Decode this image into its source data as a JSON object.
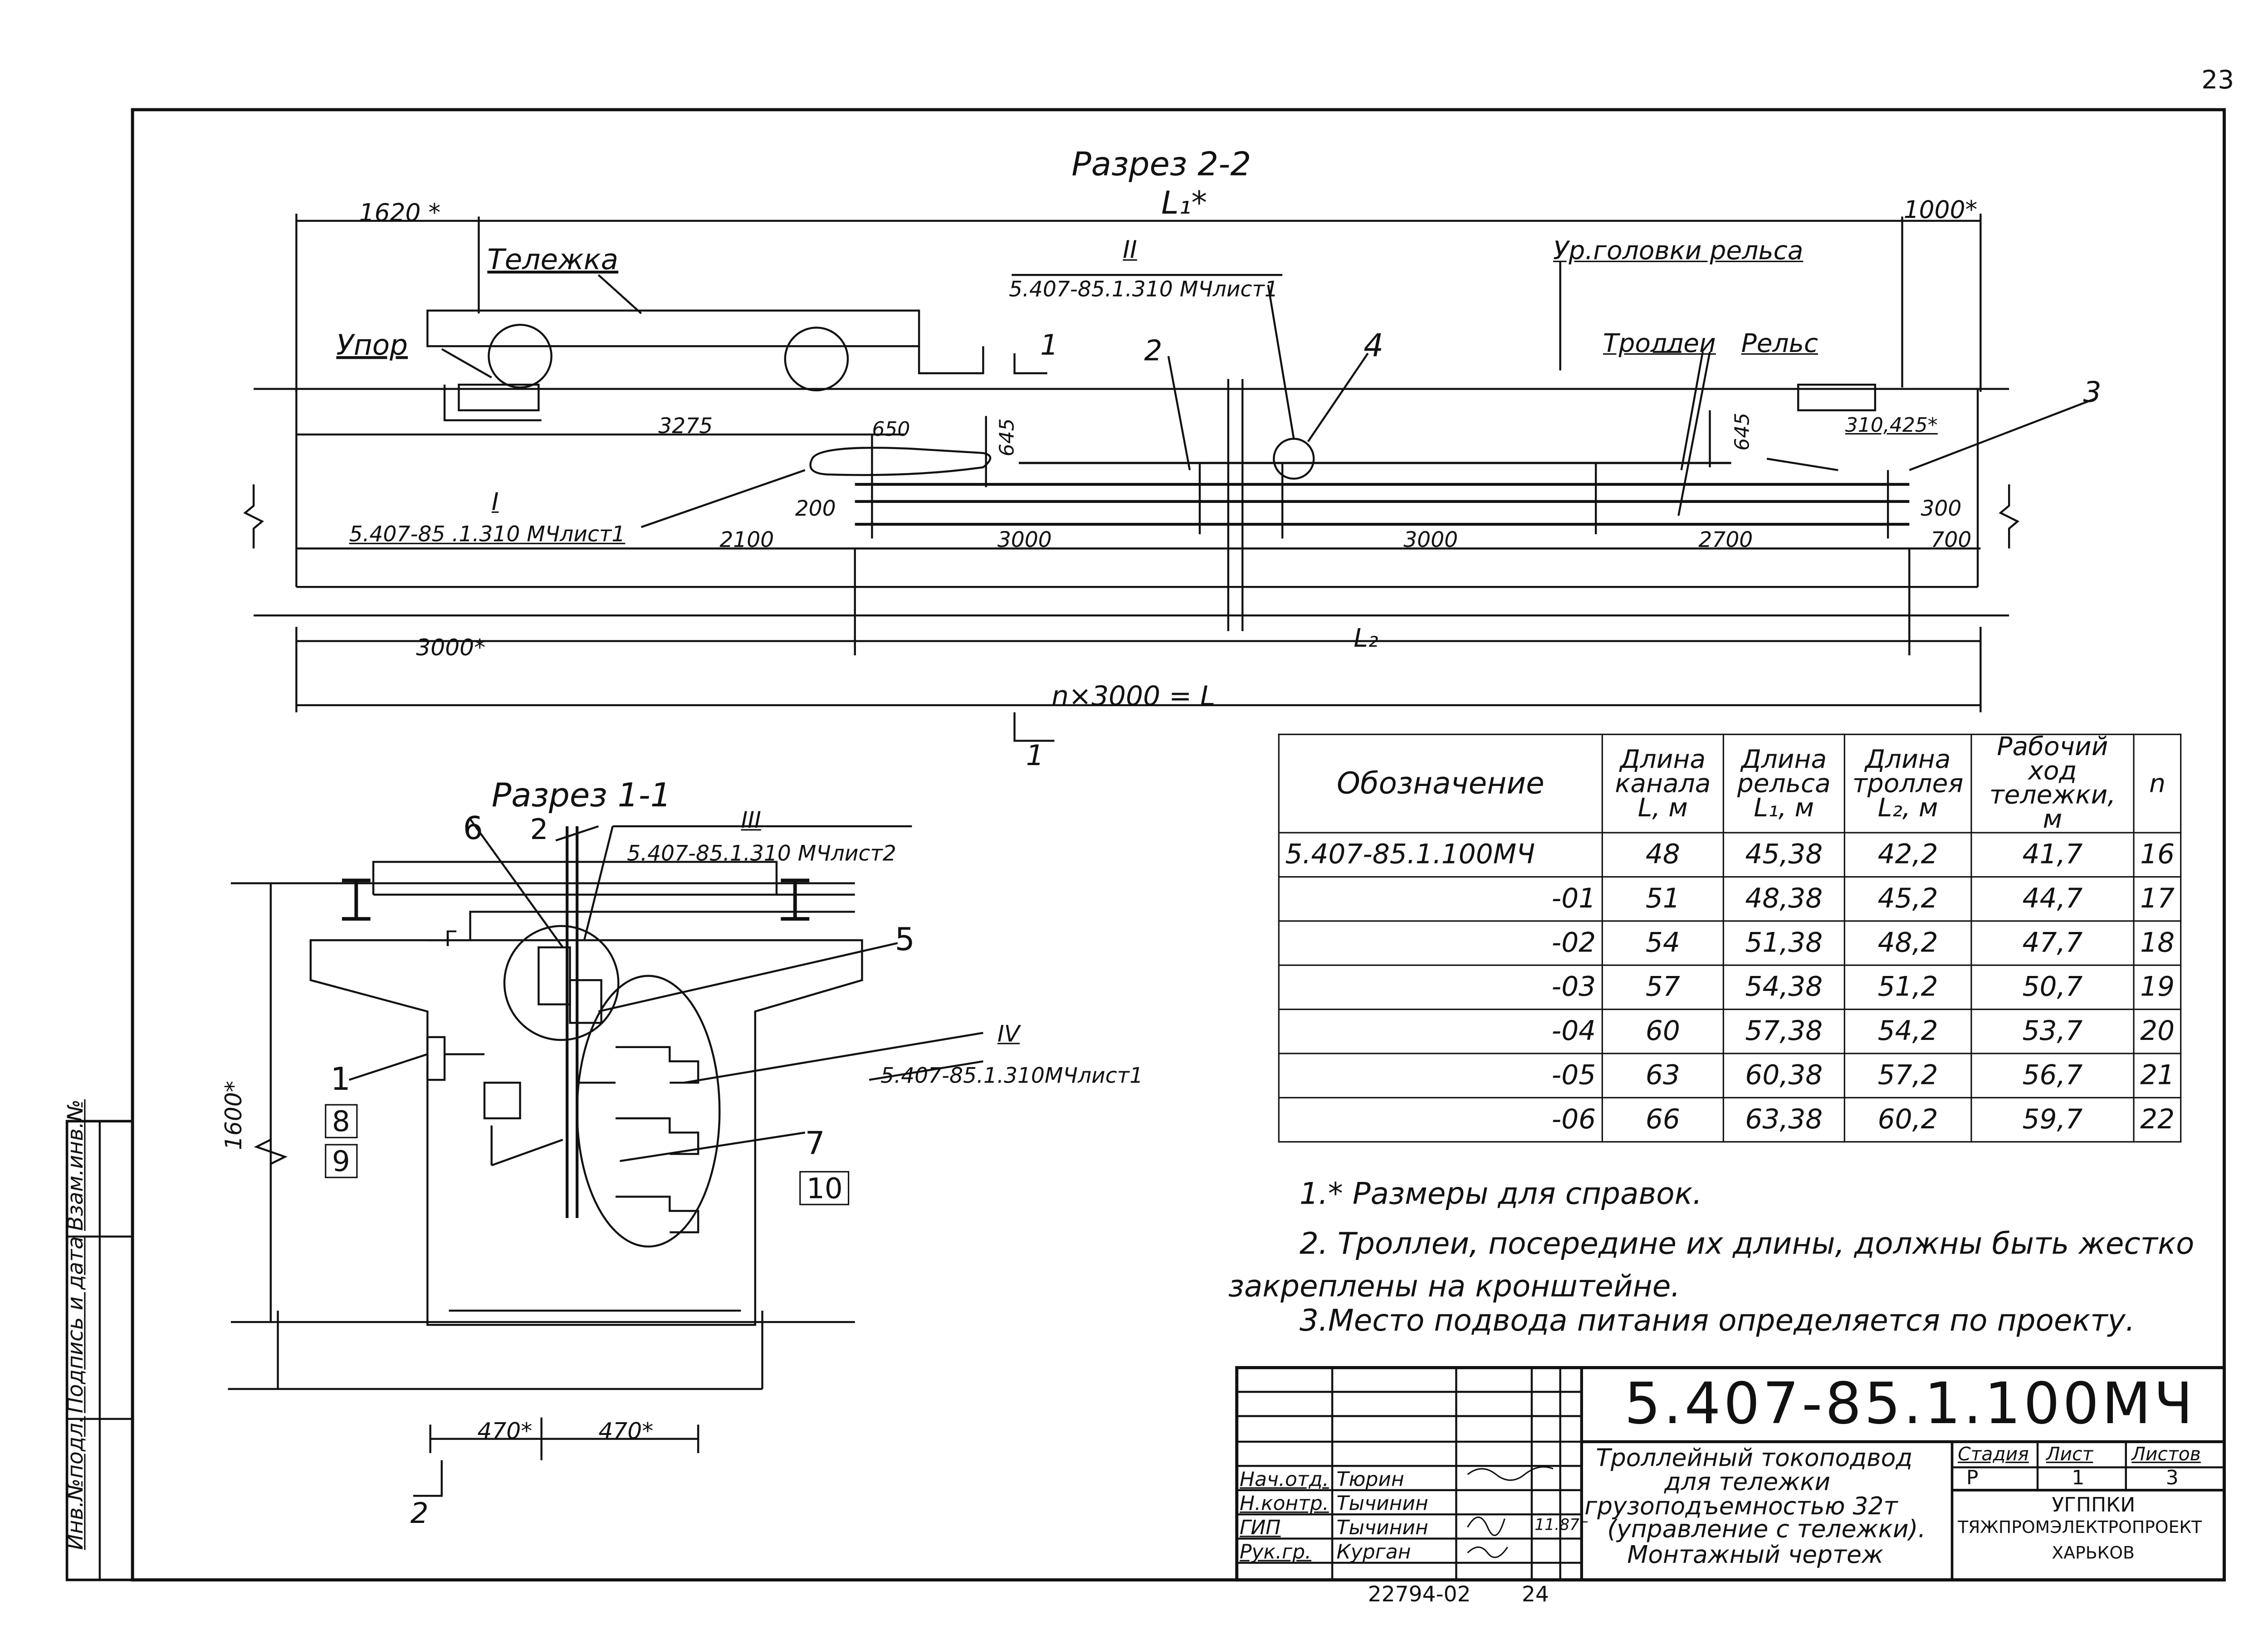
{
  "page_number": "23",
  "sections": {
    "section_2_2": {
      "title": "Разрез 2-2",
      "l1_label": "L₁*",
      "dim_1620": "1620 *",
      "dim_1000": "1000*",
      "label_trolley": "Тележка",
      "label_stop": "Упор",
      "label_rail_level": "Ур.головки рельса",
      "label_trolley_wires": "Троллеи",
      "label_rail": "Рельс",
      "callout_II": "II",
      "ref_II": "5.407-85.1.310 МЧлист1",
      "callout_I": "I",
      "ref_I": "5.407-85 .1.310 МЧлист1",
      "dim_3275": "3275",
      "dim_650": "650",
      "dim_645a": "645",
      "dim_645b": "645",
      "dim_310": "310,425*",
      "dim_200": "200",
      "dim_2100": "2100",
      "dim_3000a": "3000",
      "dim_3000b": "3000",
      "dim_2700": "2700",
      "dim_300": "300",
      "dim_700": "700",
      "dim_3000star": "3000*",
      "l2_label": "L₂",
      "total_label": "n×3000 = L",
      "pos_1": "1",
      "pos_2": "2",
      "pos_3": "3",
      "pos_4": "4",
      "cut_1": "1"
    },
    "section_1_1": {
      "title": "Разрез 1-1",
      "callout_III": "III",
      "ref_III": "5.407-85.1.310 МЧлист2",
      "callout_IV": "IV",
      "ref_IV": "5.407-85.1.310МЧлист1",
      "pos_6": "6",
      "pos_2": "2",
      "pos_5": "5",
      "pos_1": "1",
      "pos_8": "8",
      "pos_9": "9",
      "pos_7": "7",
      "pos_10": "10",
      "dim_1600": "1600*",
      "dim_470a": "470*",
      "dim_470b": "470*",
      "cut_2": "2",
      "mark_g": "Г"
    }
  },
  "spec_table": {
    "headers": [
      "Обозначение",
      "Длина канала L, м",
      "Длина рельса L₁, м",
      "Длина троллея L₂, м",
      "Рабочий ход тележки, м",
      "n"
    ],
    "rows": [
      [
        "5.407-85.1.100МЧ",
        "48",
        "45,38",
        "42,2",
        "41,7",
        "16"
      ],
      [
        "-01",
        "51",
        "48,38",
        "45,2",
        "44,7",
        "17"
      ],
      [
        "-02",
        "54",
        "51,38",
        "48,2",
        "47,7",
        "18"
      ],
      [
        "-03",
        "57",
        "54,38",
        "51,2",
        "50,7",
        "19"
      ],
      [
        "-04",
        "60",
        "57,38",
        "54,2",
        "53,7",
        "20"
      ],
      [
        "-05",
        "63",
        "60,38",
        "57,2",
        "56,7",
        "21"
      ],
      [
        "-06",
        "66",
        "63,38",
        "60,2",
        "59,7",
        "22"
      ]
    ]
  },
  "notes": {
    "n1": "1.* Размеры для справок.",
    "n2a": "2. Троллеи, посередине их длины, должны быть жестко",
    "n2b": "закреплены на кронштейне.",
    "n3": "3.Место подвода питания определяется по проекту."
  },
  "title_block": {
    "doc_code": "5.407-85.1.100МЧ",
    "title_l1": "Троллейный токоподвод",
    "title_l2": "для тележки",
    "title_l3": "грузоподъемностью 32т",
    "title_l4": "(управление с тележки).",
    "title_l5": "Монтажный чертеж",
    "stage_label": "Стадия",
    "sheet_label": "Лист",
    "sheets_label": "Листов",
    "stage": "Р",
    "sheet": "1",
    "sheets": "3",
    "org_l1": "УГППКИ",
    "org_l2": "ТЯЖПРОМЭЛЕКТРОПРОЕКТ",
    "org_l3": "ХАРЬКОВ",
    "signers": [
      {
        "role": "Нач.отд.",
        "name": "Тюрин"
      },
      {
        "role": "Н.контр.",
        "name": "Тычинин"
      },
      {
        "role": "ГИП",
        "name": "Тычинин"
      },
      {
        "role": "Рук.гр.",
        "name": "Курган"
      }
    ],
    "date": "11.87г",
    "archive": "22794-02",
    "archive_page": "24"
  },
  "side_stamp": {
    "inv_podl": "Инв.№подл.",
    "podpis": "Подпись и дата",
    "vzam": "Взам.инв.№"
  }
}
